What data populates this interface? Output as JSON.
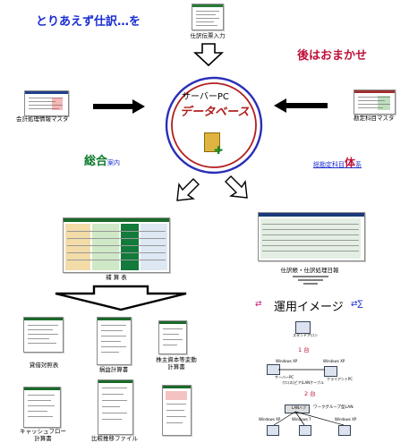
{
  "headline_left": "とりあえず仕訳…を",
  "headline_right": "後はおまかせ",
  "top_caption": "仕訳伝票入力",
  "left_caption": "会計処理情報マスタ",
  "right_caption": "勘定科目マスタ",
  "center": {
    "line1": "サーバーPC",
    "line2": "データベース"
  },
  "guide": {
    "big": "総合",
    "small": "案内"
  },
  "accounts": {
    "small1": "総勘定科目",
    "big": "体",
    "small2": "系"
  },
  "trial_caption": "補 算 表",
  "journal_caption": "仕訳帳・仕訳処理日報",
  "ops": {
    "title": "運用イメージ",
    "left_marks": "⇄",
    "right_marks": "⇄∑"
  },
  "reports": [
    {
      "label": "貸借対照表"
    },
    {
      "label": "損益計算書"
    },
    {
      "label": "株主資本等変動\n計算書"
    },
    {
      "label": "キャッシュフロー\n計算書"
    },
    {
      "label": "比較推移ファイル"
    }
  ],
  "network": {
    "top_node": "スタンドアロン",
    "label_1": "1 台",
    "label_2": "2 台",
    "label_3": "ワークグループ型LAN",
    "pc_a": "Windows XP",
    "pc_b": "Windows XP",
    "hub": "LANハブ",
    "server": "サーバーPC",
    "client": "クライアントPC",
    "cable": "クロス(ピア)LANケーブル",
    "pc_c": "Windows XP",
    "pc_d": "Windows 7",
    "pc_e": "Windows XP"
  },
  "colors": {
    "blue": "#1a2fd0",
    "red": "#c0103a",
    "circle_outer": "#2a2fb8",
    "circle_inner": "#b21e1e",
    "green": "#0a7a2a",
    "brown": "#8a5210"
  }
}
